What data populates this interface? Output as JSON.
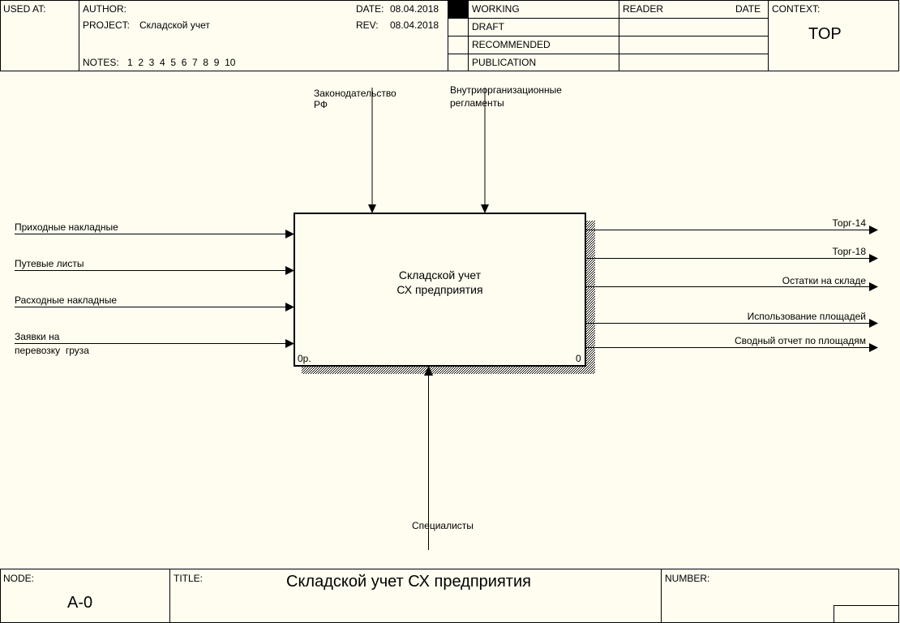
{
  "header": {
    "used_at_label": "USED AT:",
    "author_label": "AUTHOR:",
    "project_label": "PROJECT:",
    "project_value": "Складской учет",
    "notes_label": "NOTES:",
    "notes_values": "1  2  3  4  5  6  7  8  9  10",
    "date_label": "DATE:",
    "date_value": "08.04.2018",
    "rev_label": "REV:",
    "rev_value": "08.04.2018",
    "status": [
      "WORKING",
      "DRAFT",
      "RECOMMENDED",
      "PUBLICATION"
    ],
    "reader_label": "READER",
    "reader_date_label": "DATE",
    "context_label": "CONTEXT:",
    "context_value": "TOP"
  },
  "diagram": {
    "box_title_line1": "Складской учет",
    "box_title_line2": "СХ предприятия",
    "box_left_tag": "0р.",
    "box_right_tag": "0",
    "controls": [
      {
        "line1": "Законодательство",
        "line2": "РФ"
      },
      {
        "line1": "Внутриорганизационные",
        "line2": "регламенты"
      }
    ],
    "inputs": [
      {
        "line1": "Приходные накладные",
        "line2": ""
      },
      {
        "line1": "Путевые листы",
        "line2": ""
      },
      {
        "line1": "Расходные накладные",
        "line2": ""
      },
      {
        "line1": "Заявки на",
        "line2": "перевозку  груза"
      }
    ],
    "outputs": [
      "Торг-14",
      "Торг-18",
      "Остатки на складе",
      "Использование площадей",
      "Сводный отчет по площадям"
    ],
    "mechanism": "Специалисты"
  },
  "footer": {
    "node_label": "NODE:",
    "node_value": "А-0",
    "title_label": "TITLE:",
    "title_value": "Складской учет СХ предприятия",
    "number_label": "NUMBER:"
  }
}
